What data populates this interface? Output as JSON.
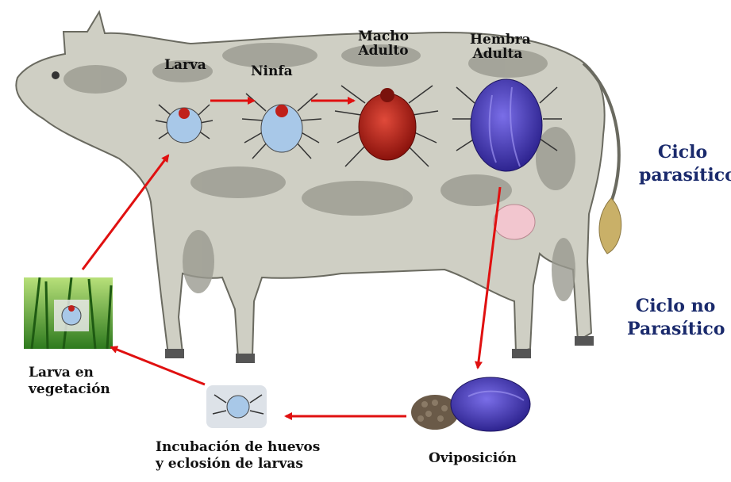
{
  "labels": {
    "larva": "Larva",
    "ninfa": "Ninfa",
    "macho_adulto": [
      "Macho",
      "Adulto"
    ],
    "hembra_adulta": [
      "Hembra",
      "Adulta"
    ],
    "ciclo_parasitico": [
      "Ciclo",
      "parasítico"
    ],
    "ciclo_no_parasitico": [
      "Ciclo no",
      "Parasítico"
    ],
    "larva_en_vegetacion": [
      "Larva en",
      "vegetación"
    ],
    "incubacion": [
      "Incubación de huevos",
      "y eclosión de larvas"
    ],
    "oviposicion": "Oviposición"
  },
  "colors": {
    "arrow": "#e01010",
    "cycle_label": "#1a2a6c",
    "male_tick": "#c0201a",
    "female_tick": "#4a3ab8",
    "larva_tick": "#a8c8e8"
  }
}
